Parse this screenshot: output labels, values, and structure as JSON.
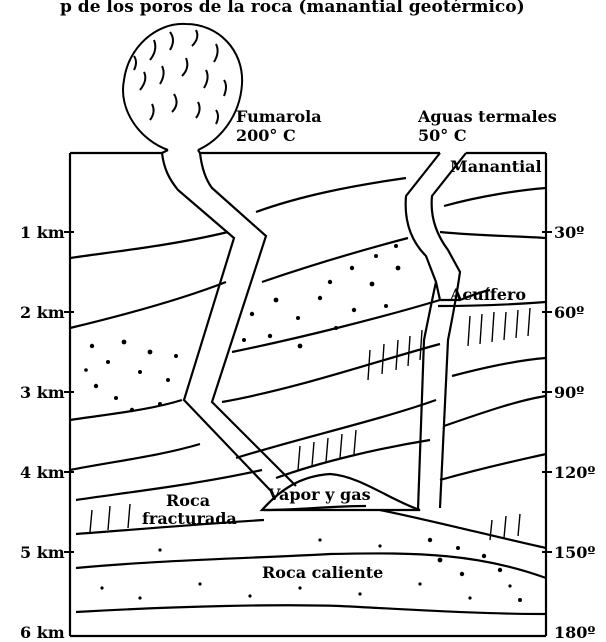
{
  "header_text": "p de los poros de la roca (manantial geotérmico)",
  "labels": {
    "fumarola": "Fumarola",
    "fumarola_temp": "200° C",
    "aguas_termales": "Aguas termales",
    "aguas_temp": "50° C",
    "manantial": "Manantial",
    "acuifero": "Acuífero",
    "vapor_y_gas": "Vapor y gas",
    "roca_fracturada_1": "Roca",
    "roca_fracturada_2": "fracturada",
    "roca_caliente": "Roca caliente"
  },
  "depth_axis": [
    "1 km",
    "2 km",
    "3 km",
    "4 km",
    "5 km",
    "6 km"
  ],
  "temperature_axis": [
    "30º",
    "60º",
    "90º",
    "120º",
    "150º",
    "180º"
  ]
}
